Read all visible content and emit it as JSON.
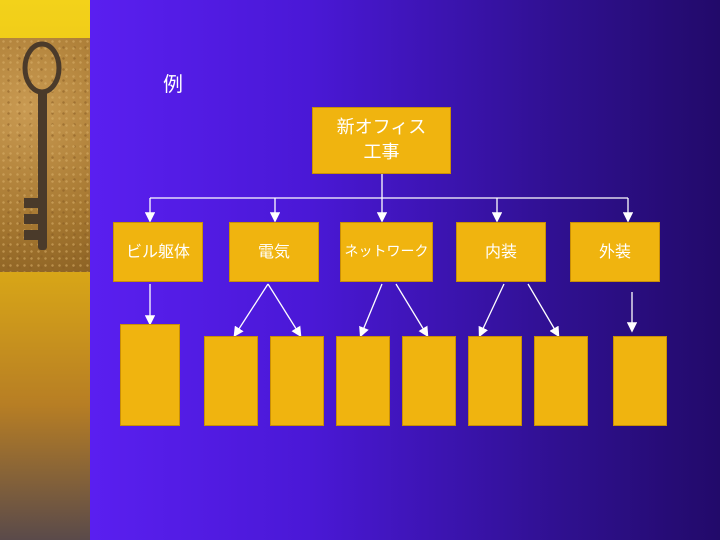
{
  "slide": {
    "title": "例"
  },
  "diagram": {
    "root": "新オフィス\n工事",
    "children": [
      "ビル躯体",
      "電気",
      "ネットワーク",
      "内装",
      "外装"
    ]
  },
  "colors": {
    "background": "#4a18d6",
    "box_fill": "#f0b40f",
    "line": "#ffffff",
    "text": "#ffffff"
  }
}
